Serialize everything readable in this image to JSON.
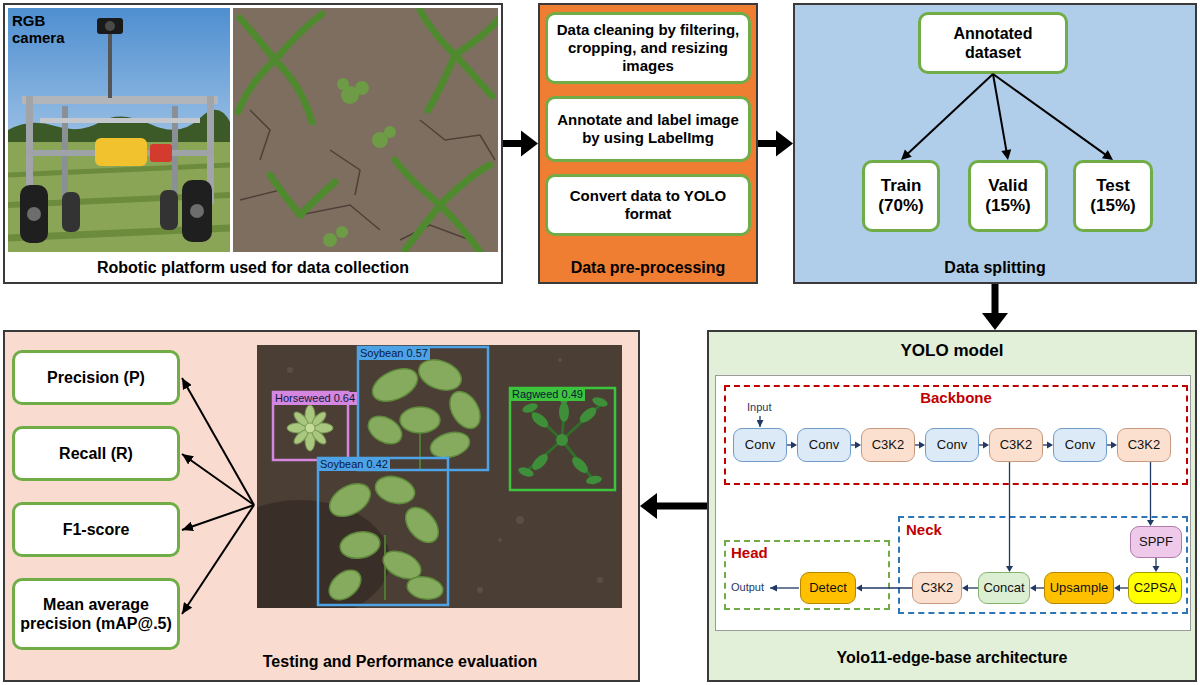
{
  "diagram": {
    "nodes": [
      {
        "text": [
          "Robotic platform used for data collection"
        ]
      },
      {
        "text": [
          "Data pre-processing"
        ]
      },
      {
        "text": [
          "Data cleaning by filtering, cropping, and resizing images"
        ],
        "in": 1
      },
      {
        "text": [
          "Annotate and label image by using LabelImg"
        ],
        "in": 1
      },
      {
        "text": [
          "Convert data to YOLO format"
        ],
        "in": 1
      },
      {
        "text": [
          "Data splitting"
        ]
      },
      {
        "text": [
          "Annotated dataset"
        ],
        "in": 5
      },
      {
        "text": [
          "Train (70%)"
        ],
        "in": 5
      },
      {
        "text": [
          "Valid (15%)"
        ],
        "in": 5
      },
      {
        "text": [
          "Test (15%)"
        ],
        "in": 5
      },
      {
        "text": [
          "Testing and Performance evaluation"
        ]
      },
      {
        "text": [
          "Precision (P)"
        ],
        "in": 10
      },
      {
        "text": [
          "Recall (R)"
        ],
        "in": 10
      },
      {
        "text": [
          "F1-score"
        ],
        "in": 10
      },
      {
        "text": [
          "Mean average precision (mAP@.5)"
        ],
        "in": 10
      },
      {
        "text": [
          "YOLO model",
          "Yolo11-edge-base architecture"
        ]
      },
      {
        "text": [
          "Backbone"
        ],
        "in": 15
      },
      {
        "text": [
          "Conv"
        ],
        "in": 16
      },
      {
        "text": [
          "Conv"
        ],
        "in": 16
      },
      {
        "text": [
          "C3K2"
        ],
        "in": 16
      },
      {
        "text": [
          "Conv"
        ],
        "in": 16
      },
      {
        "text": [
          "C3K2"
        ],
        "in": 16
      },
      {
        "text": [
          "Conv"
        ],
        "in": 16
      },
      {
        "text": [
          "C3K2"
        ],
        "in": 16
      },
      {
        "text": [
          "Neck"
        ],
        "in": 15
      },
      {
        "text": [
          "SPPF"
        ],
        "in": 24
      },
      {
        "text": [
          "C2PSA"
        ],
        "in": 24
      },
      {
        "text": [
          "Upsample"
        ],
        "in": 24
      },
      {
        "text": [
          "Concat"
        ],
        "in": 24
      },
      {
        "text": [
          "C3K2"
        ],
        "in": 24
      },
      {
        "text": [
          "Head"
        ],
        "in": 15
      },
      {
        "text": [
          "Detect"
        ],
        "in": 30
      }
    ],
    "edges": [
      {
        "from": 0,
        "to": 1,
        "arrow": "to"
      },
      {
        "from": 1,
        "to": 5,
        "arrow": "to"
      },
      {
        "from": 5,
        "to": 15,
        "arrow": "to"
      },
      {
        "from": 15,
        "to": 10,
        "arrow": "to"
      },
      {
        "from": 6,
        "to": 7,
        "arrow": "to"
      },
      {
        "from": 6,
        "to": 8,
        "arrow": "to"
      },
      {
        "from": 6,
        "to": 9,
        "arrow": "to"
      },
      {
        "from": 17,
        "to": 18,
        "arrow": "to"
      },
      {
        "from": 18,
        "to": 19,
        "arrow": "to"
      },
      {
        "from": 19,
        "to": 20,
        "arrow": "to"
      },
      {
        "from": 20,
        "to": 21,
        "arrow": "to"
      },
      {
        "from": 21,
        "to": 22,
        "arrow": "to"
      },
      {
        "from": 22,
        "to": 23,
        "arrow": "to"
      },
      {
        "from": 23,
        "to": 25,
        "arrow": "to"
      },
      {
        "from": 25,
        "to": 26,
        "arrow": "to"
      },
      {
        "from": 26,
        "to": 27,
        "arrow": "to"
      },
      {
        "from": 27,
        "to": 28,
        "arrow": "to"
      },
      {
        "from": 21,
        "to": 28,
        "arrow": "to"
      },
      {
        "from": 28,
        "to": 29,
        "arrow": "to"
      },
      {
        "from": 29,
        "to": 31,
        "arrow": "to"
      }
    ],
    "labels": [
      "RGB camera",
      "Soybean 0.57",
      "Horseweed 0.64",
      "Ragweed 0.49",
      "Soybean 0.42",
      "Input",
      "Output"
    ]
  }
}
